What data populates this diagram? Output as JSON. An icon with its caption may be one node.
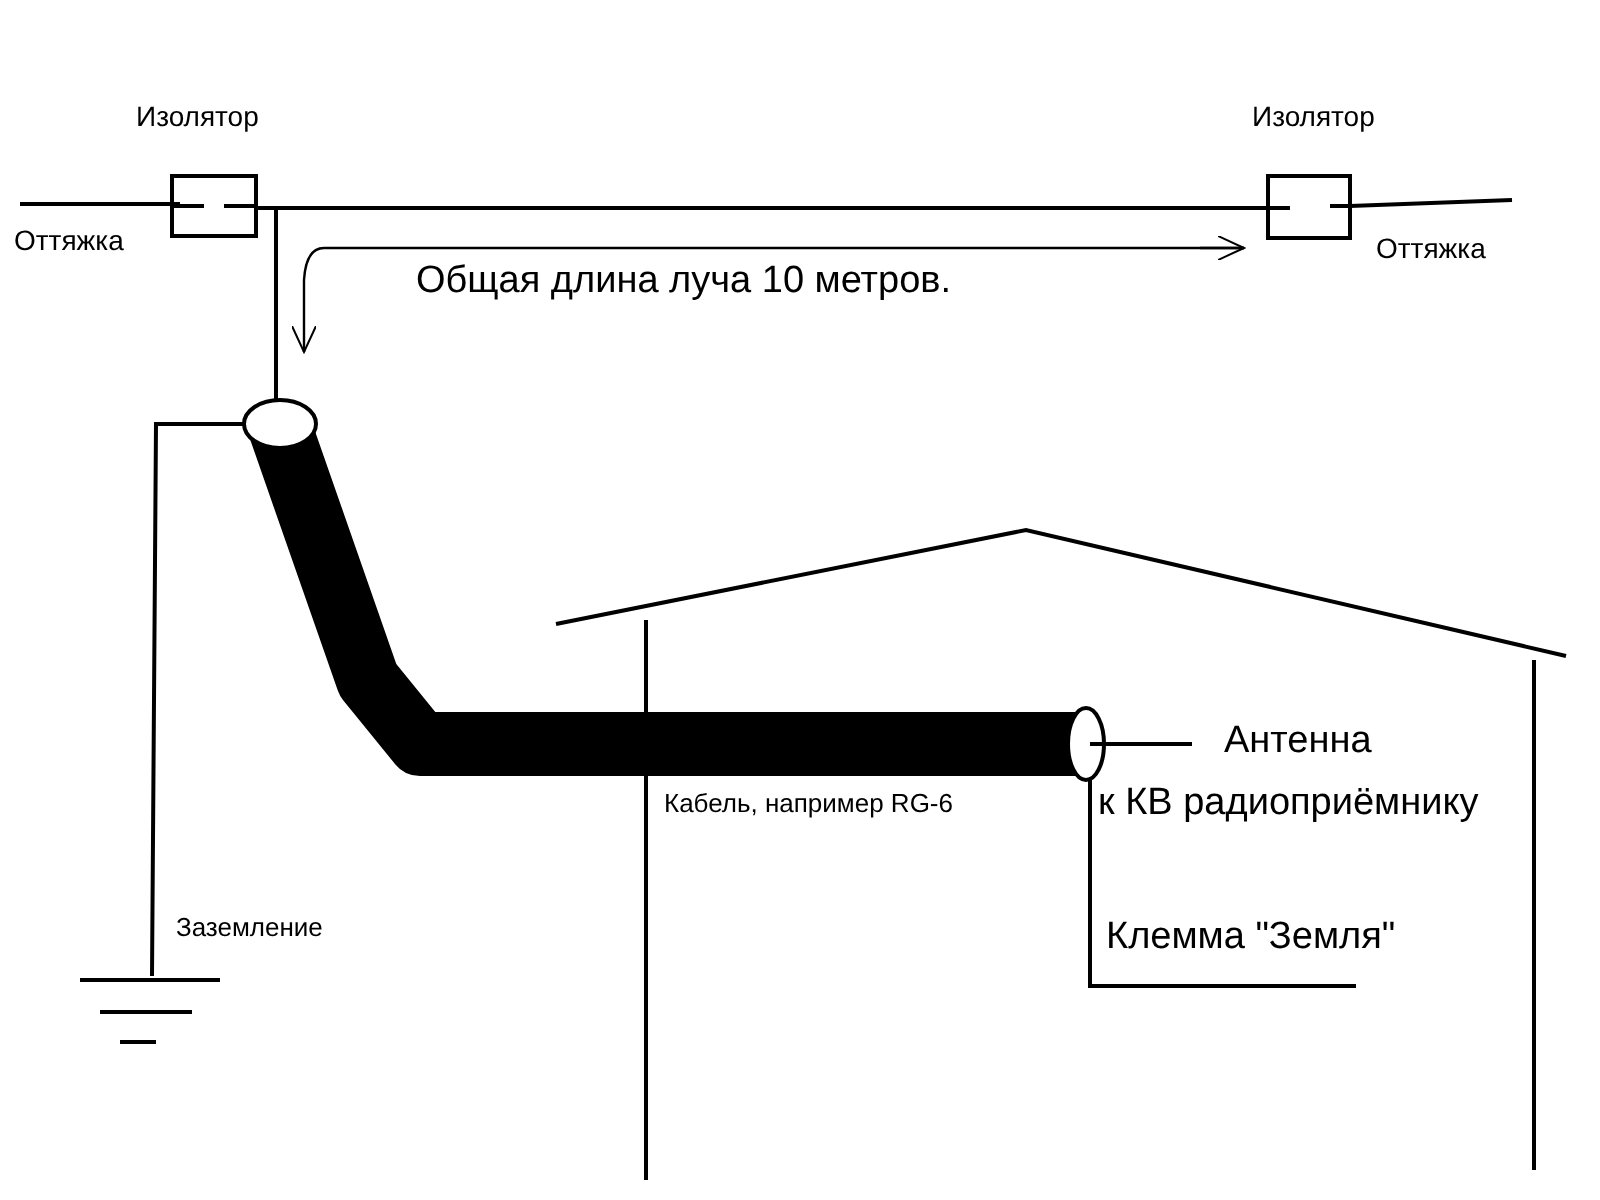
{
  "diagram": {
    "labels": [
      "Изолятор",
      "Изолятор",
      "Оттяжка",
      "Оттяжка",
      "Общая длина луча 10 метров.",
      "Антенна",
      "Кабель, например RG-6",
      "к КВ радиоприёмнику",
      "Заземление",
      "Клемма \"Земля\""
    ]
  }
}
